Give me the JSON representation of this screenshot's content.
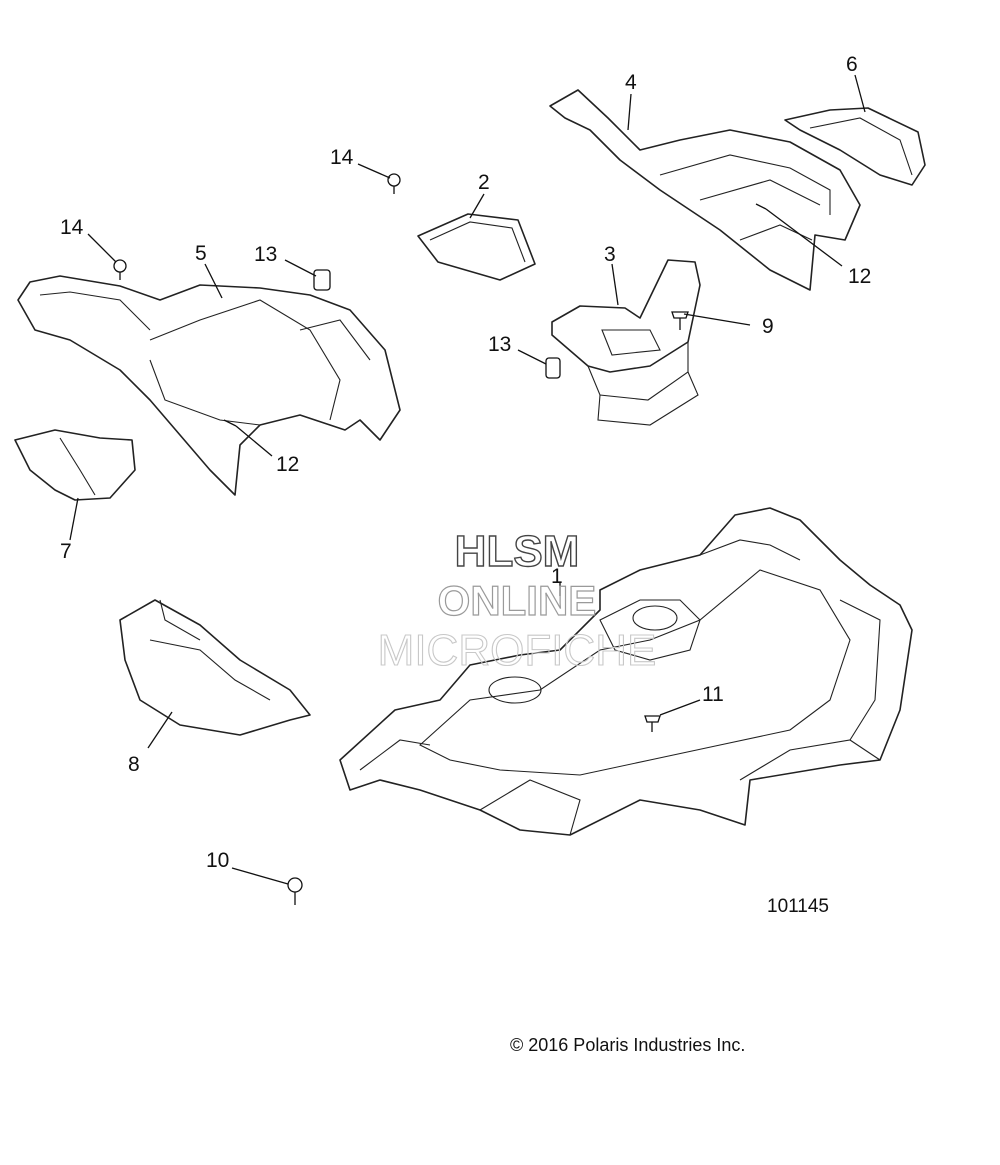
{
  "watermark": {
    "line1": "HLSM",
    "line2": "ONLINE",
    "line3": "MICROFICHE"
  },
  "callouts": {
    "c1": "1",
    "c2": "2",
    "c3": "3",
    "c4": "4",
    "c5": "5",
    "c6": "6",
    "c7": "7",
    "c8": "8",
    "c9": "9",
    "c10": "10",
    "c11": "11",
    "c12a": "12",
    "c12b": "12",
    "c13a": "13",
    "c13b": "13",
    "c14a": "14",
    "c14b": "14"
  },
  "diagram_id": "101145",
  "copyright": "© 2016 Polaris Industries Inc."
}
